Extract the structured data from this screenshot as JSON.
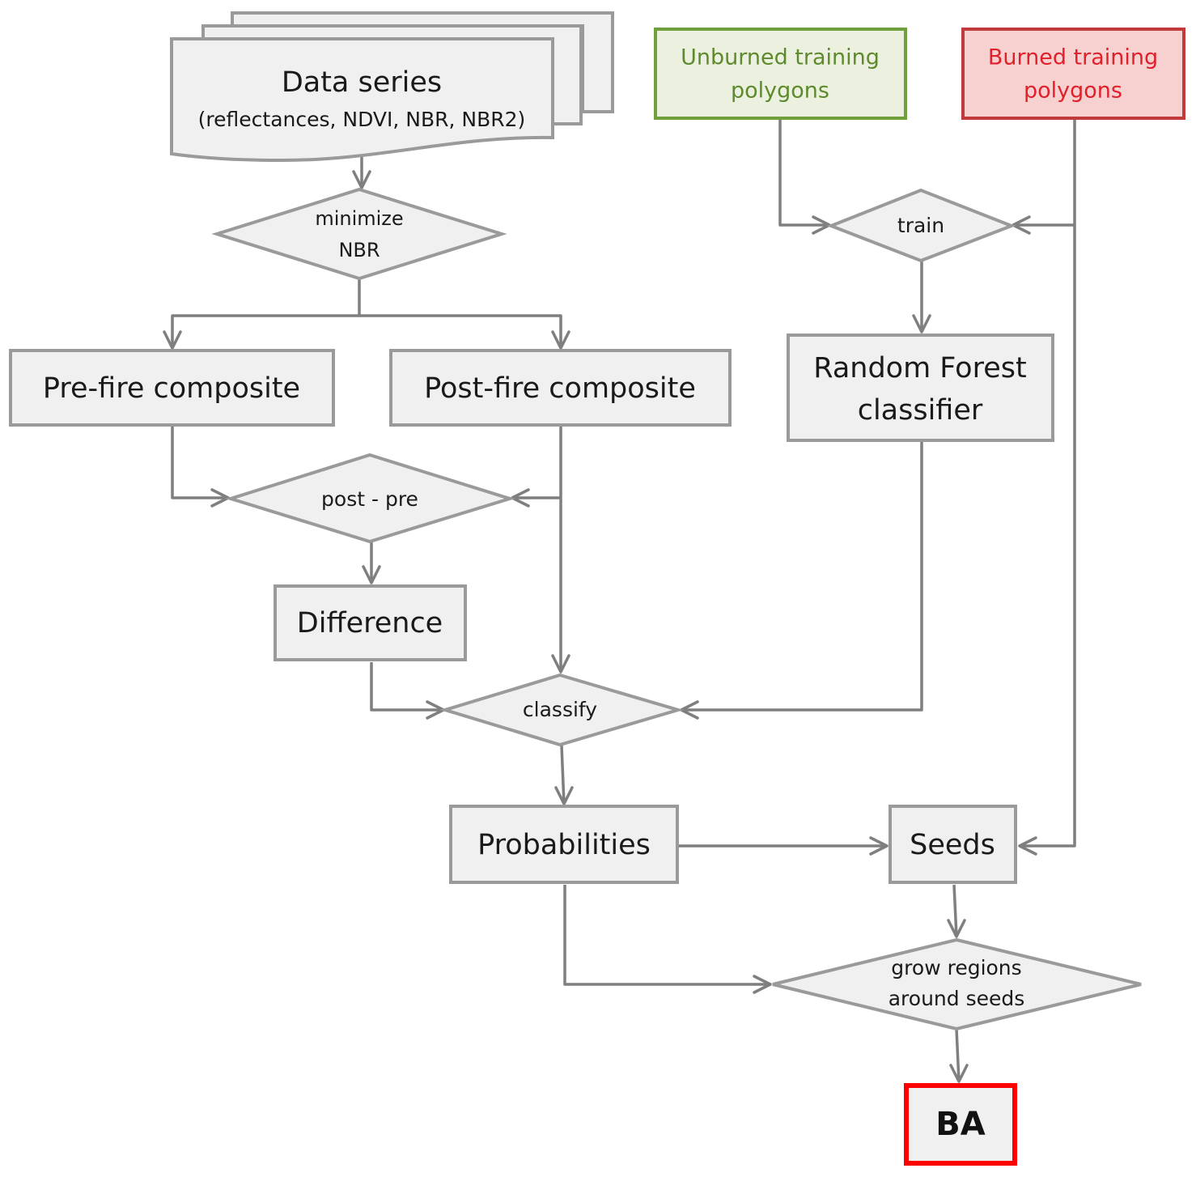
{
  "diagram": {
    "nodes": {
      "data_series": {
        "title": "Data series",
        "subtitle": "(reflectances, NDVI, NBR, NBR2)"
      },
      "unburned": {
        "line1": "Unburned training",
        "line2": "polygons"
      },
      "burned": {
        "line1": "Burned training",
        "line2": "polygons"
      },
      "minimize": {
        "line1": "minimize",
        "line2": "NBR"
      },
      "train": {
        "label": "train"
      },
      "prefire": {
        "label": "Pre-fire composite"
      },
      "postfire": {
        "label": "Post-fire composite"
      },
      "random_forest": {
        "line1": "Random Forest",
        "line2": "classifier"
      },
      "post_pre": {
        "label": "post - pre"
      },
      "difference": {
        "label": "Difference"
      },
      "classify": {
        "label": "classify"
      },
      "probabilities": {
        "label": "Probabilities"
      },
      "seeds": {
        "label": "Seeds"
      },
      "grow": {
        "line1": "grow regions",
        "line2": "around seeds"
      },
      "ba": {
        "label": "BA"
      }
    },
    "colors": {
      "box_fill": "#f0f0f0",
      "box_border": "#9a9a9a",
      "arrow": "#7f7f7f",
      "unburned_fill": "#ebf1de",
      "unburned_border": "#70a03c",
      "unburned_text": "#5e8a2e",
      "burned_fill": "#f7d0d0",
      "burned_border": "#c0393b",
      "burned_text": "#e0202a",
      "ba_border": "#ff0000"
    }
  }
}
